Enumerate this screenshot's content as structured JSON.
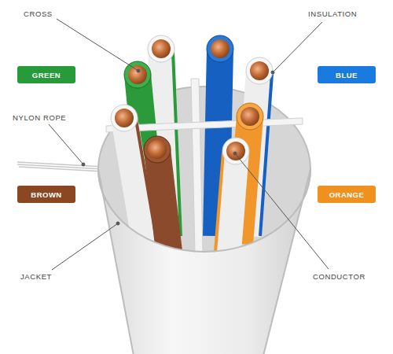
{
  "diagram": {
    "nodes": [
      {
        "text": [
          "GREEN"
        ]
      },
      {
        "text": [
          "BLUE"
        ]
      },
      {
        "text": [
          "BROWN"
        ]
      },
      {
        "text": [
          "ORANGE"
        ]
      }
    ],
    "labels": [
      "CROSS",
      "INSULATION",
      "NYLON ROPE",
      "JACKET",
      "CONDUCTOR"
    ]
  }
}
